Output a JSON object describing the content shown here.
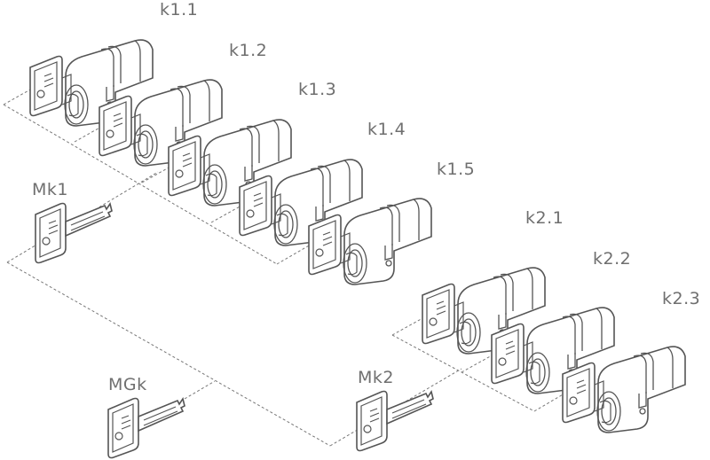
{
  "diagram": {
    "cylinders": [
      {
        "id": "k11",
        "label": "k1.1"
      },
      {
        "id": "k12",
        "label": "k1.2"
      },
      {
        "id": "k13",
        "label": "k1.3"
      },
      {
        "id": "k14",
        "label": "k1.4"
      },
      {
        "id": "k15",
        "label": "k1.5"
      },
      {
        "id": "k21",
        "label": "k2.1"
      },
      {
        "id": "k22",
        "label": "k2.2"
      },
      {
        "id": "k23",
        "label": "k2.3"
      }
    ],
    "keys": [
      {
        "id": "mk1",
        "label": "Mk1"
      },
      {
        "id": "mk2",
        "label": "Mk2"
      },
      {
        "id": "mgk",
        "label": "MGk"
      }
    ]
  }
}
